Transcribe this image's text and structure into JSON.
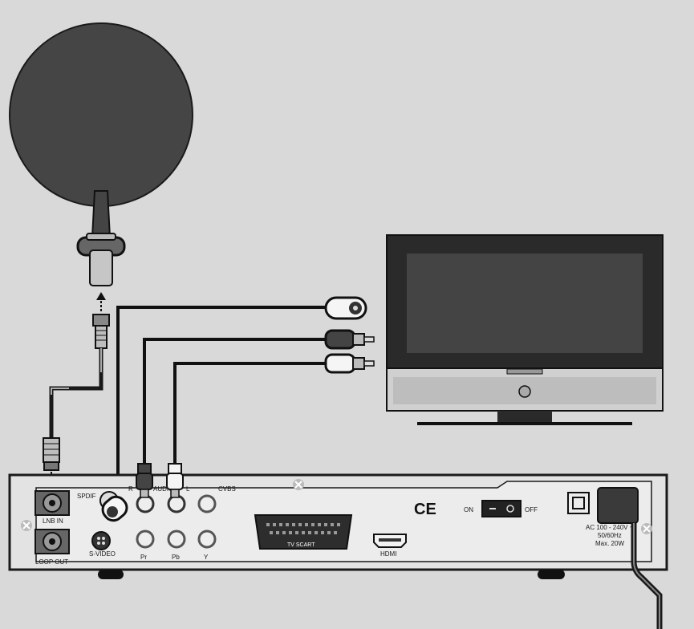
{
  "receiver": {
    "ports": {
      "lnb_in": "LNB IN",
      "loop_out": "LOOP OUT",
      "spdif": "SPDIF",
      "s_video": "S-VIDEO",
      "audio_r": "R",
      "audio": "AUDIO",
      "audio_l": "L",
      "cvbs": "CVBS",
      "pr": "Pr",
      "pb": "Pb",
      "y": "Y",
      "tv_scart": "TV SCART",
      "hdmi": "HDMI",
      "ce_mark": "CE",
      "switch_on": "ON",
      "switch_off": "OFF"
    },
    "power_rating": {
      "line1": "AC 100 - 240V ~",
      "line2": "50/60Hz",
      "line3": "Max. 20W"
    }
  },
  "colors": {
    "background": "#d9d9d9",
    "dish": "#454545",
    "line": "#1a1a1a",
    "panel": "#e3e3e3",
    "tv_bezel": "#2a2a2a",
    "tv_screen": "#444444"
  }
}
